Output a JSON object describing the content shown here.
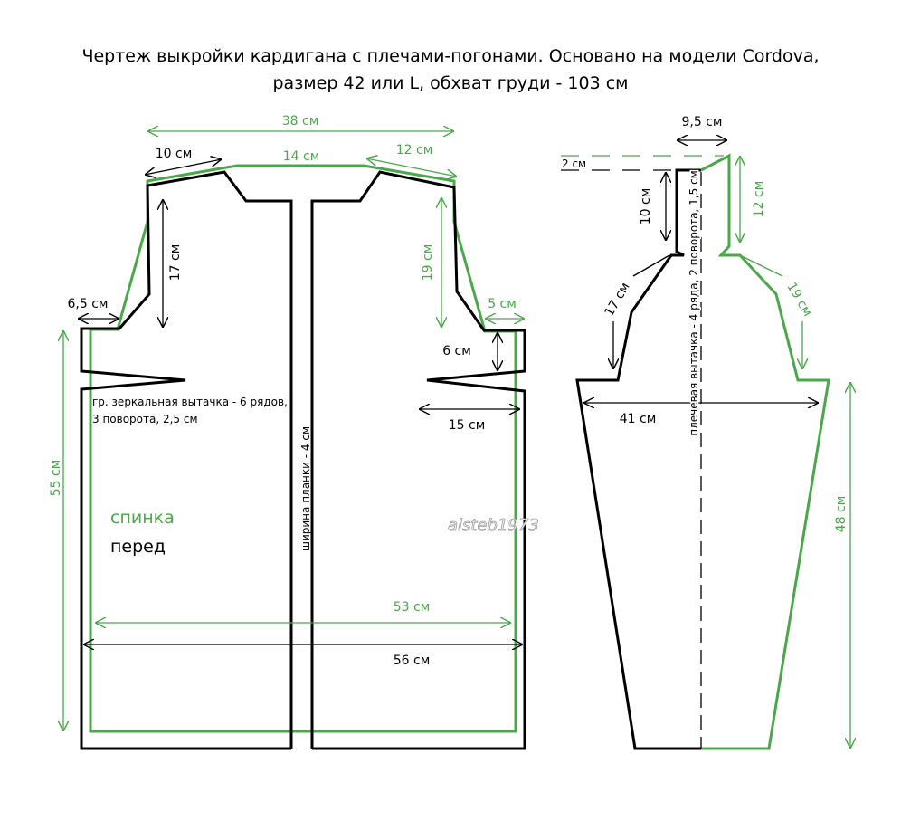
{
  "title_line1": "Чертеж выкройки кардигана с плечами-погонами. Основано на модели Cordova,",
  "title_line2": "размер 42 или L, обхват груди - 103 см",
  "colors": {
    "back": "#4aa84a",
    "front": "#000000"
  },
  "body": {
    "w38": "38 см",
    "w10": "10 см",
    "w14": "14 см",
    "w12": "12 см",
    "h17": "17 см",
    "h19": "19 см",
    "w6_5": "6,5 см",
    "w5": "5 см",
    "h6": "6 см",
    "w15": "15 см",
    "h55": "55 см",
    "w53": "53 см",
    "w56": "56 см",
    "dart_note1": "гр. зеркальная вытачка - 6 рядов,",
    "dart_note2": "3 поворота, 2,5 см",
    "placket": "ширина планки - 4 см",
    "legend_back": "спинка",
    "legend_front": "перед",
    "watermark": "alsteb1973"
  },
  "sleeve": {
    "w9_5": "9,5 см",
    "h2": "2 см",
    "h10": "10 см",
    "h12": "12 см",
    "s17": "17 см",
    "s19": "19 см",
    "w41": "41 см",
    "h48": "48 см",
    "dart_note": "плечевая вытачка - 4 ряда, 2 поворота, 1,5 см"
  }
}
